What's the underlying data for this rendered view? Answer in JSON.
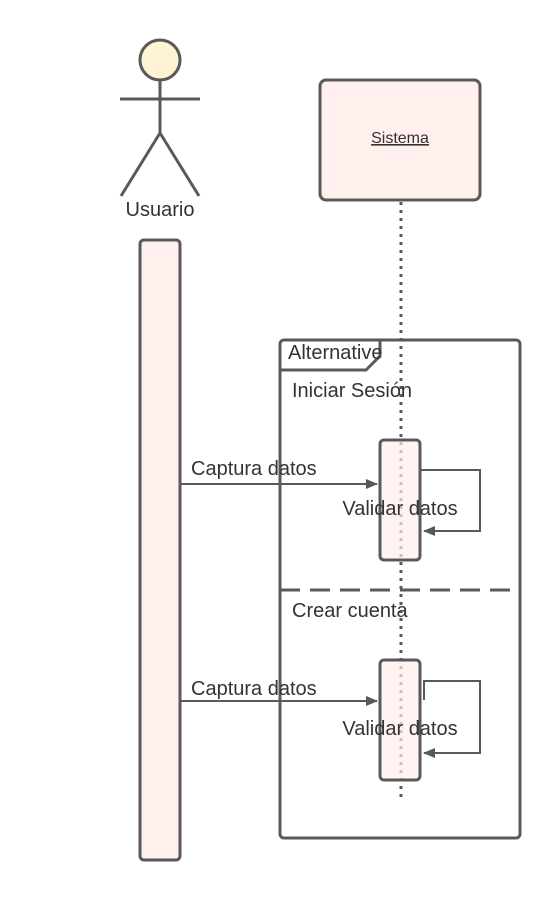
{
  "actor": {
    "label": "Usuario"
  },
  "system": {
    "label": "Sistema"
  },
  "fragment": {
    "operator": "Alternative",
    "operands": [
      {
        "guard": "Iniciar Sesión",
        "request": "Captura datos",
        "self_call": "Validar datos"
      },
      {
        "guard": "Crear cuenta",
        "request": "Captura datos",
        "self_call": "Validar datos"
      }
    ]
  },
  "colors": {
    "line": "#595959",
    "activation_fill": "#ffefed",
    "actor_head_fill": "#fff3d6",
    "text": "#333333"
  }
}
